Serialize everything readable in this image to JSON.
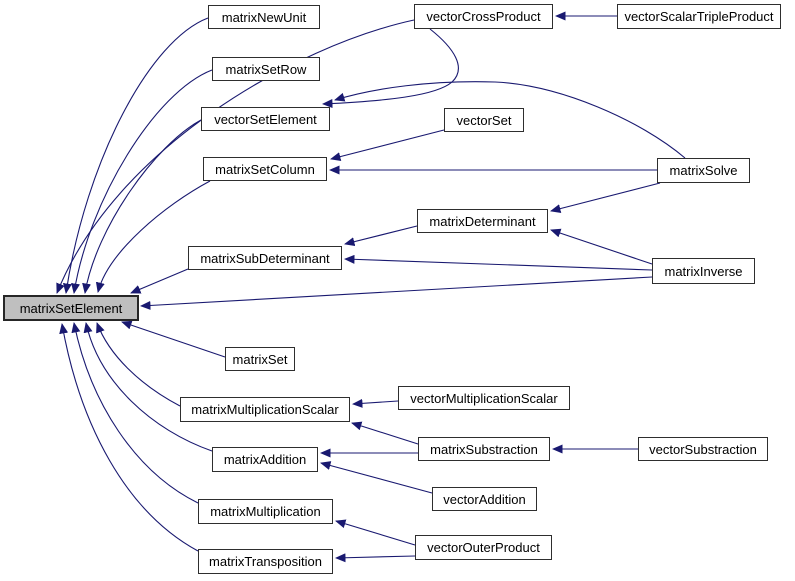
{
  "diagram": {
    "type": "call-graph",
    "focus_function": "matrixSetElement",
    "colors": {
      "edge": "#191970",
      "node_border": "#2e2e2e",
      "node_fill": "#ffffff",
      "highlight_fill": "#bfbfbf",
      "background": "#ffffff",
      "text": "#000000"
    },
    "nodes": [
      {
        "id": "matrixSetElement",
        "label": "matrixSetElement",
        "highlighted": true
      },
      {
        "id": "matrixNewUnit",
        "label": "matrixNewUnit",
        "highlighted": false
      },
      {
        "id": "matrixSetRow",
        "label": "matrixSetRow",
        "highlighted": false
      },
      {
        "id": "vectorSetElement",
        "label": "vectorSetElement",
        "highlighted": false
      },
      {
        "id": "matrixSetColumn",
        "label": "matrixSetColumn",
        "highlighted": false
      },
      {
        "id": "matrixSubDeterminant",
        "label": "matrixSubDeterminant",
        "highlighted": false
      },
      {
        "id": "matrixSet",
        "label": "matrixSet",
        "highlighted": false
      },
      {
        "id": "matrixMultiplicationScalar",
        "label": "matrixMultiplicationScalar",
        "highlighted": false
      },
      {
        "id": "matrixAddition",
        "label": "matrixAddition",
        "highlighted": false
      },
      {
        "id": "matrixMultiplication",
        "label": "matrixMultiplication",
        "highlighted": false
      },
      {
        "id": "matrixTransposition",
        "label": "matrixTransposition",
        "highlighted": false
      },
      {
        "id": "vectorCrossProduct",
        "label": "vectorCrossProduct",
        "highlighted": false
      },
      {
        "id": "vectorSet",
        "label": "vectorSet",
        "highlighted": false
      },
      {
        "id": "matrixDeterminant",
        "label": "matrixDeterminant",
        "highlighted": false
      },
      {
        "id": "vectorMultiplicationScalar",
        "label": "vectorMultiplicationScalar",
        "highlighted": false
      },
      {
        "id": "matrixSubstraction",
        "label": "matrixSubstraction",
        "highlighted": false
      },
      {
        "id": "vectorAddition",
        "label": "vectorAddition",
        "highlighted": false
      },
      {
        "id": "vectorOuterProduct",
        "label": "vectorOuterProduct",
        "highlighted": false
      },
      {
        "id": "vectorScalarTripleProduct",
        "label": "vectorScalarTripleProduct",
        "highlighted": false
      },
      {
        "id": "matrixSolve",
        "label": "matrixSolve",
        "highlighted": false
      },
      {
        "id": "matrixInverse",
        "label": "matrixInverse",
        "highlighted": false
      },
      {
        "id": "vectorSubstraction",
        "label": "vectorSubstraction",
        "highlighted": false
      }
    ],
    "edges": [
      {
        "from": "matrixNewUnit",
        "to": "matrixSetElement"
      },
      {
        "from": "matrixSetRow",
        "to": "matrixSetElement"
      },
      {
        "from": "vectorSetElement",
        "to": "matrixSetElement"
      },
      {
        "from": "matrixSetColumn",
        "to": "matrixSetElement"
      },
      {
        "from": "vectorCrossProduct",
        "to": "matrixSetElement"
      },
      {
        "from": "matrixSubDeterminant",
        "to": "matrixSetElement"
      },
      {
        "from": "matrixInverse",
        "to": "matrixSetElement"
      },
      {
        "from": "matrixSet",
        "to": "matrixSetElement"
      },
      {
        "from": "matrixMultiplicationScalar",
        "to": "matrixSetElement"
      },
      {
        "from": "matrixAddition",
        "to": "matrixSetElement"
      },
      {
        "from": "matrixMultiplication",
        "to": "matrixSetElement"
      },
      {
        "from": "matrixTransposition",
        "to": "matrixSetElement"
      },
      {
        "from": "vectorScalarTripleProduct",
        "to": "vectorCrossProduct"
      },
      {
        "from": "vectorCrossProduct",
        "to": "vectorSetElement"
      },
      {
        "from": "matrixSolve",
        "to": "vectorSetElement"
      },
      {
        "from": "vectorSet",
        "to": "matrixSetColumn"
      },
      {
        "from": "matrixSolve",
        "to": "matrixSetColumn"
      },
      {
        "from": "matrixSolve",
        "to": "matrixDeterminant"
      },
      {
        "from": "matrixInverse",
        "to": "matrixDeterminant"
      },
      {
        "from": "matrixDeterminant",
        "to": "matrixSubDeterminant"
      },
      {
        "from": "matrixInverse",
        "to": "matrixSubDeterminant"
      },
      {
        "from": "vectorMultiplicationScalar",
        "to": "matrixMultiplicationScalar"
      },
      {
        "from": "matrixSubstraction",
        "to": "matrixMultiplicationScalar"
      },
      {
        "from": "matrixSubstraction",
        "to": "matrixAddition"
      },
      {
        "from": "vectorAddition",
        "to": "matrixAddition"
      },
      {
        "from": "vectorSubstraction",
        "to": "matrixSubstraction"
      },
      {
        "from": "vectorOuterProduct",
        "to": "matrixMultiplication"
      },
      {
        "from": "vectorOuterProduct",
        "to": "matrixTransposition"
      }
    ]
  }
}
